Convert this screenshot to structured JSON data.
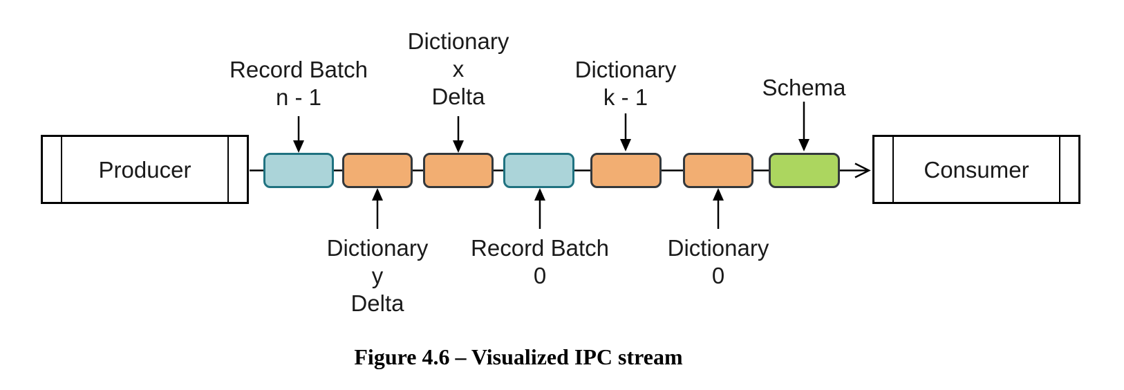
{
  "figure": {
    "caption": "Figure 4.6 – Visualized IPC stream"
  },
  "diagram": {
    "producer_label": "Producer",
    "consumer_label": "Consumer",
    "top_labels": [
      "Record Batch\nn - 1",
      "Dictionary\nx\nDelta",
      "Dictionary\nk - 1",
      "Schema"
    ],
    "bottom_labels": [
      "Dictionary\ny\nDelta",
      "Record Batch\n0",
      "Dictionary\n0"
    ],
    "stream_boxes": [
      {
        "order": 1,
        "kind": "record-batch",
        "label": "Record Batch n - 1",
        "fill": "#ABD4D9",
        "stroke": "#1F7280"
      },
      {
        "order": 2,
        "kind": "dictionary",
        "label": "Dictionary y Delta",
        "fill": "#F2AE72",
        "stroke": "#33383C"
      },
      {
        "order": 3,
        "kind": "dictionary",
        "label": "Dictionary x Delta",
        "fill": "#F2AE72",
        "stroke": "#33383C"
      },
      {
        "order": 4,
        "kind": "record-batch",
        "label": "Record Batch 0",
        "fill": "#ABD4D9",
        "stroke": "#1F7280"
      },
      {
        "order": 5,
        "kind": "dictionary",
        "label": "Dictionary k - 1",
        "fill": "#F2AE72",
        "stroke": "#33383C"
      },
      {
        "order": 6,
        "kind": "dictionary",
        "label": "Dictionary 0",
        "fill": "#F2AE72",
        "stroke": "#33383C"
      },
      {
        "order": 7,
        "kind": "schema",
        "label": "Schema",
        "fill": "#ACD65F",
        "stroke": "#33383C"
      }
    ],
    "flow_direction": "producer-to-consumer",
    "colors": {
      "record_batch_fill": "#ABD4D9",
      "record_batch_stroke": "#1F7280",
      "dictionary_fill": "#F2AE72",
      "dictionary_stroke": "#33383C",
      "schema_fill": "#ACD65F",
      "schema_stroke": "#33383C",
      "line": "#000000",
      "background": "#FFFFFF"
    }
  }
}
